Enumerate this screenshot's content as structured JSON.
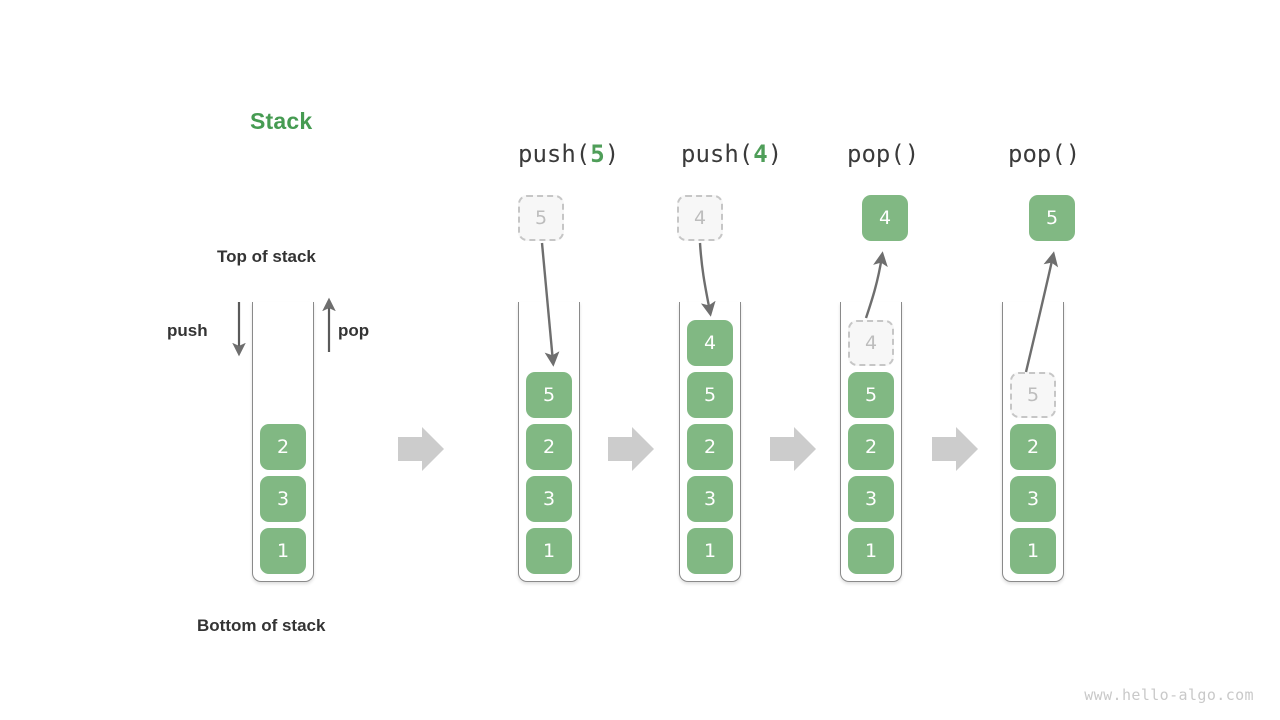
{
  "title": "Stack",
  "labels": {
    "top_of_stack": "Top of stack",
    "bottom_of_stack": "Bottom of stack",
    "push": "push",
    "pop": "pop"
  },
  "watermark": "www.hello-algo.com",
  "colors": {
    "element_green": "#81b883",
    "title_green": "#469b52",
    "arg_green": "#4f9e59",
    "ghost_fill": "#f7f7f7",
    "ghost_border": "#c6c6c6",
    "ghost_text": "#bdbdbd",
    "tube_border": "#8a8a8a",
    "arrow_gray": "#6e6e6e",
    "block_arrow_gray": "#cccccc",
    "text_dark": "#343434",
    "watermark_gray": "#c9c9c9"
  },
  "columns": [
    {
      "id": "initial",
      "caption": null,
      "caption_prefix": null,
      "caption_arg": null,
      "caption_suffix": null,
      "stack": [
        "2",
        "3",
        "1"
      ],
      "floating": null,
      "ghost_top": null
    },
    {
      "id": "after-push-5",
      "caption": "push(5)",
      "caption_prefix": "push(",
      "caption_arg": "5",
      "caption_suffix": ")",
      "stack": [
        "5",
        "2",
        "3",
        "1"
      ],
      "floating": {
        "value": "5",
        "style": "ghost",
        "direction": "down"
      },
      "ghost_top": null
    },
    {
      "id": "after-push-4",
      "caption": "push(4)",
      "caption_prefix": "push(",
      "caption_arg": "4",
      "caption_suffix": ")",
      "stack": [
        "4",
        "5",
        "2",
        "3",
        "1"
      ],
      "floating": {
        "value": "4",
        "style": "ghost",
        "direction": "down"
      },
      "ghost_top": null
    },
    {
      "id": "after-pop-4",
      "caption": "pop()",
      "caption_prefix": "pop()",
      "caption_arg": null,
      "caption_suffix": null,
      "stack": [
        "5",
        "2",
        "3",
        "1"
      ],
      "floating": {
        "value": "4",
        "style": "solid",
        "direction": "up"
      },
      "ghost_top": "4"
    },
    {
      "id": "after-pop-5",
      "caption": "pop()",
      "caption_prefix": "pop()",
      "caption_arg": null,
      "caption_suffix": null,
      "stack": [
        "2",
        "3",
        "1"
      ],
      "floating": {
        "value": "5",
        "style": "solid",
        "direction": "up"
      },
      "ghost_top": "5"
    }
  ],
  "cells": {
    "c0_0": "2",
    "c0_1": "3",
    "c0_2": "1",
    "c1_float": "5",
    "c1_0": "5",
    "c1_1": "2",
    "c1_2": "3",
    "c1_3": "1",
    "c2_float": "4",
    "c2_0": "4",
    "c2_1": "5",
    "c2_2": "2",
    "c2_3": "3",
    "c2_4": "1",
    "c3_float": "4",
    "c3_ghost": "4",
    "c3_0": "5",
    "c3_1": "2",
    "c3_2": "3",
    "c3_3": "1",
    "c4_float": "5",
    "c4_ghost": "5",
    "c4_0": "2",
    "c4_1": "3",
    "c4_2": "1"
  },
  "captions": {
    "op1_prefix": "push(",
    "op1_arg": "5",
    "op1_suffix": ")",
    "op2_prefix": "push(",
    "op2_arg": "4",
    "op2_suffix": ")",
    "op3_text": "pop()",
    "op4_text": "pop()"
  }
}
